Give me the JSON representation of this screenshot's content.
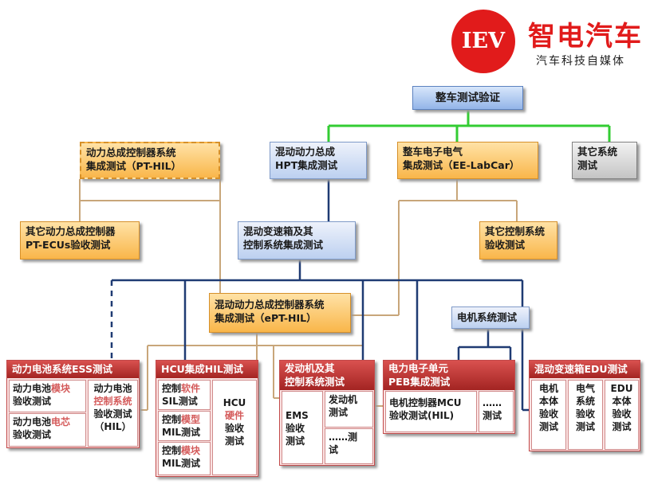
{
  "logo": {
    "badge": "IEV",
    "name": "智电汽车",
    "tagline": "汽车科技自媒体"
  },
  "top_node": "整车测试验证",
  "row1": {
    "pt_hil": "动力总成控制器系统\n集成测试（PT-HIL）",
    "hpt": "混动动力总成\nHPT集成测试",
    "ee": "整车电子电气\n集成测试（EE-LabCar）",
    "other_sys": "其它系统\n测试"
  },
  "row2": {
    "pt_ecu": "其它动力总成控制器\nPT-ECUs验收测试",
    "trans": "混动变速箱及其\n控制系统集成测试",
    "other_ctrl": "其它控制系统\n验收测试"
  },
  "ept": "混动动力总成控制器系统\n集成测试（ePT-HIL）",
  "motor_sys": "电机系统测试",
  "groups": {
    "ess": {
      "title": "动力电池系统ESS测试",
      "c1a": "动力电池",
      "c1b": "模块",
      "c1c": "\n验收测试",
      "c2a": "动力电池",
      "c2b": "电芯",
      "c2c": "\n验收测试",
      "c3a": "动力电池\n",
      "c3b": "控制系统",
      "c3c": "\n验收测试\n（HIL）"
    },
    "hcu": {
      "title": "HCU集成HIL测试",
      "c1a": "控制",
      "c1b": "软件",
      "c1c": "\nSIL测试",
      "c2a": "控制",
      "c2b": "模型",
      "c2c": "\nMIL测试",
      "c3a": "控制",
      "c3b": "模块",
      "c3c": "\nMIL测试",
      "c4a": "HCU\n",
      "c4b": "硬件",
      "c4c": "\n验收\n测试"
    },
    "engine": {
      "title": "发动机及其\n控制系统测试",
      "ems": "EMS\n验收\n测试",
      "eng": "发动机\n测试",
      "dots": "……测\n试"
    },
    "peb": {
      "title": "电力电子单元\nPEB集成测试",
      "mcu": "电机控制器MCU\n验收测试(HIL)",
      "dots": "……\n测试"
    },
    "edu": {
      "title": "混动变速箱EDU测试",
      "c1": "电机\n本体\n验收\n测试",
      "c2": "电气\n系统\n验收\n测试",
      "c3": "EDU\n本体\n验收\n测试"
    }
  },
  "colors": {
    "green_line": "#33cc33",
    "tan_line": "#c8a67a",
    "navy_line": "#1f3b73",
    "red_header": "#b83230",
    "logo_red": "#e11b1b"
  }
}
